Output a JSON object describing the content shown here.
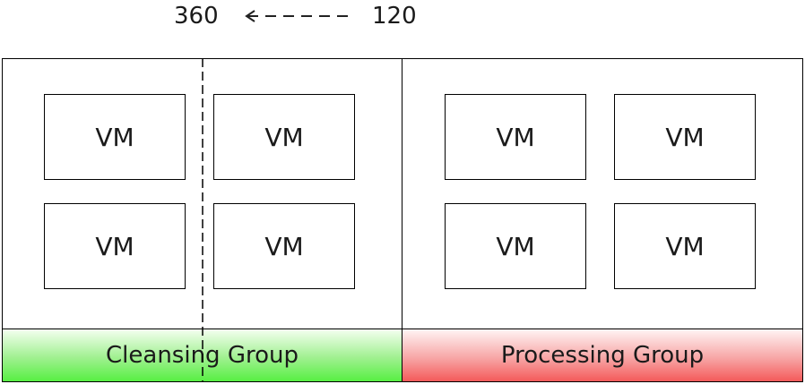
{
  "migration": {
    "from_value": "360",
    "to_value": "120"
  },
  "vms": [
    {
      "label": "VM"
    },
    {
      "label": "VM"
    },
    {
      "label": "VM"
    },
    {
      "label": "VM"
    },
    {
      "label": "VM"
    },
    {
      "label": "VM"
    },
    {
      "label": "VM"
    },
    {
      "label": "VM"
    }
  ],
  "groups": {
    "cleansing": {
      "label": "Cleansing Group",
      "color": "#57ef43"
    },
    "processing": {
      "label": "Processing Group",
      "color": "#f45a5a"
    }
  }
}
